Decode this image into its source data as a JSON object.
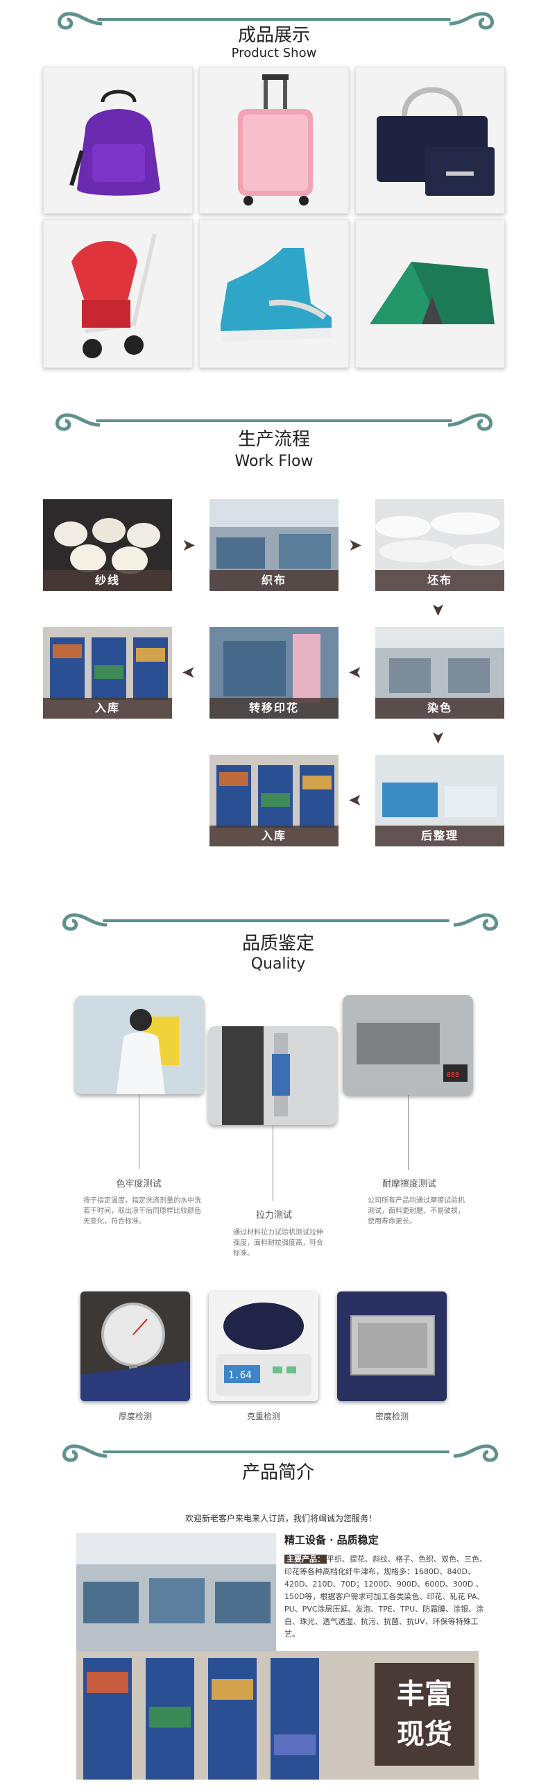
{
  "section_product_show": {
    "title_cn": "成品展示",
    "title_en": "Product Show"
  },
  "section_work_flow": {
    "title_cn": "生产流程",
    "title_en": "Work Flow",
    "steps": [
      "纱线",
      "织布",
      "坯布",
      "入库",
      "转移印花",
      "染色",
      "入库",
      "后整理"
    ]
  },
  "section_quality": {
    "title_cn": "品质鉴定",
    "title_en": "Quality",
    "tests": [
      {
        "title": "色牢度测试",
        "desc": "按于指定温度，指定洗涤剂量的水中洗若干时间，取出凉干后同原样比较颜色无变化，符合标准。"
      },
      {
        "title": "拉力测试",
        "desc": "通过材料拉力试验机测试拉伸强度，面料耐拉强度高，符合标准。"
      },
      {
        "title": "耐摩擦度测试",
        "desc": "公司所有产品均通过摩擦试验机测试，面料更耐磨，不易破损，使用寿命更长。"
      }
    ],
    "checks": [
      "厚度检测",
      "克重检测",
      "密度检测"
    ],
    "scale_display": "1.64"
  },
  "section_intro": {
    "title_cn": "产品简介",
    "welcome": "欢迎新老客户来电来人订货，我们将竭诚为您服务！",
    "heading": "精工设备 · 品质稳定",
    "tag": "主要产品：",
    "text": "平织、提花、斜纹、格子、色织、双色、三色、印花等各种高档化纤牛津布，规格多：1680D、840D、420D、210D、70D；1200D、900D、600D、300D 、150D等，根据客户需求可加工各类染色、印花、轧花 PA、PU、PVC涂层压延、发泡、TPE、TPU、防霜膜、涂银、涂白、珠光、透气透湿、抗污、抗菌、抗UV、环保等特殊工艺。",
    "badge_line1": "丰富",
    "badge_line2": "现货"
  }
}
